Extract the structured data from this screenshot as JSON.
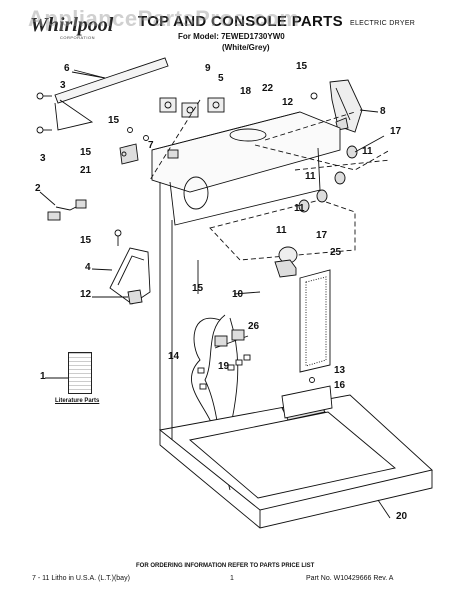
{
  "watermark": "AppliancePartsPros.com",
  "brand": "Whirlpool",
  "brand_sub": "CORPORATION",
  "header": {
    "title": "TOP AND CONSOLE PARTS",
    "model": "For Model: 7EWED1730YW0",
    "color": "(White/Grey)",
    "product": "ELECTRIC DRYER"
  },
  "callouts": [
    "1",
    "2",
    "3",
    "3",
    "4",
    "5",
    "6",
    "7",
    "8",
    "9",
    "10",
    "11",
    "11",
    "11",
    "11",
    "12",
    "12",
    "13",
    "14",
    "15",
    "15",
    "15",
    "15",
    "15",
    "16",
    "17",
    "17",
    "18",
    "19",
    "20",
    "21",
    "22",
    "25",
    "26"
  ],
  "literature_label": "Literature Parts",
  "footer": {
    "ordering": "FOR ORDERING INFORMATION REFER TO PARTS PRICE LIST",
    "litho": "7 - 11 Litho in U.S.A. (L.T.)(bay)",
    "page": "1",
    "part_no": "Part No. W10429666 Rev. A"
  }
}
